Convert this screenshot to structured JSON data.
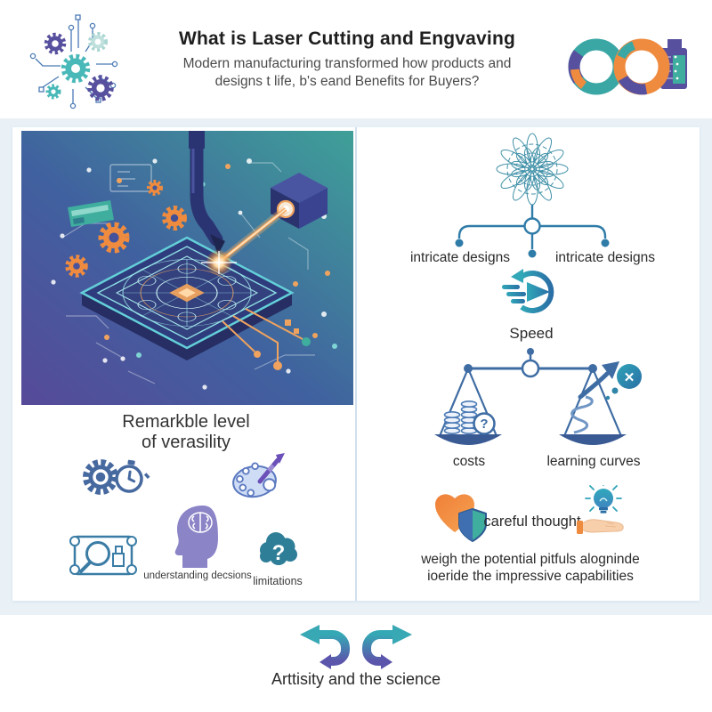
{
  "header": {
    "title": "What is Laser Cutting and Engvaving",
    "subtitle_line1": "Modern manufacturing transformed how products and",
    "subtitle_line2": "designs t life, b's eand Benefits for Buyers?",
    "left_logo_icon": "gears-circuit-logo",
    "right_logo_icon": "infinity-circuit-logo"
  },
  "left_panel": {
    "illustration_icon": "laser-engraver-isometric-illustration",
    "heading_line1": "Remarkble level",
    "heading_line2": "of verasility",
    "icons": [
      "gear-stopwatch-icon",
      "palette-brush-icon",
      "blueprint-magnifier-icon",
      "head-brain-icon",
      "question-cloud-icon"
    ],
    "label_understanding": "understanding decsions",
    "label_limitations": "limitations"
  },
  "right_panel": {
    "mandala_icon": "mandala-pattern-icon",
    "branch_labels": [
      "intricate designs",
      "intricate designs"
    ],
    "speed_icon": "speed-arrow-icon",
    "speed_label": "Speed",
    "scale_icon": "balance-scale-icon",
    "scale_left_label": "costs",
    "scale_right_label": "learning curves",
    "careful_icons": [
      "heart-shield-icon",
      "hand-lightbulb-icon"
    ],
    "careful_label": "careful thought",
    "note_line1": "weigh the potential pitfuls alogninde",
    "note_line2": "ioeride the impressive capabilities"
  },
  "footer": {
    "swap_icon": "swap-arrows-icon",
    "caption": "Arttisity and the science"
  },
  "glyphs": {
    "question": "?",
    "cross": "✕"
  },
  "colors": {
    "band_background": "#e9f1f7",
    "panel_background": "#ffffff",
    "divider": "#cfdfec",
    "teal": "#2f8fa8",
    "steel_blue": "#3e6ca3",
    "purple": "#5b55a0",
    "orange": "#ef8b3f",
    "text_dark": "#2b2b2b",
    "text_muted": "#4a4a4a"
  }
}
